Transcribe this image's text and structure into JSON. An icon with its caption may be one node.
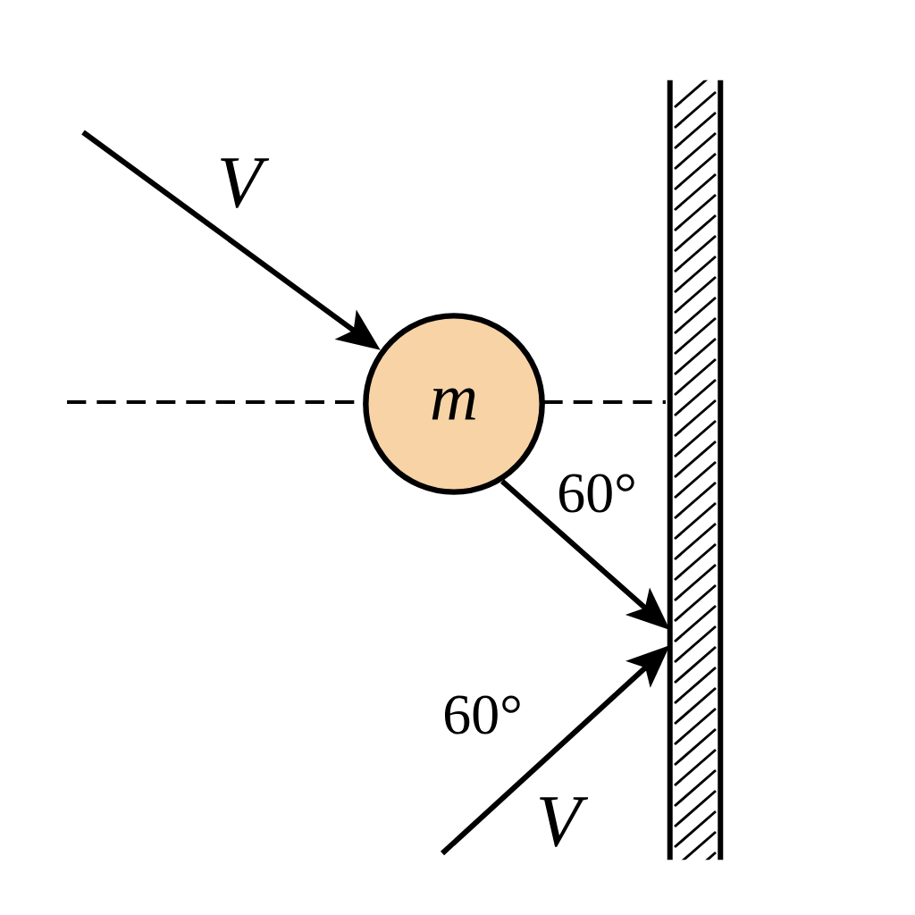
{
  "diagram": {
    "nodes": [
      {
        "text": [
          "m"
        ]
      },
      {
        "text": [],
        "shape": "bar"
      }
    ],
    "edges": [
      {
        "from": null,
        "to": 0,
        "arrow": "to",
        "label": "V"
      },
      {
        "from": 0,
        "to": 1,
        "arrow": "to"
      },
      {
        "from": null,
        "to": 1,
        "arrow": "to",
        "label": "V"
      }
    ],
    "labels": [
      "60°",
      "60°"
    ]
  }
}
